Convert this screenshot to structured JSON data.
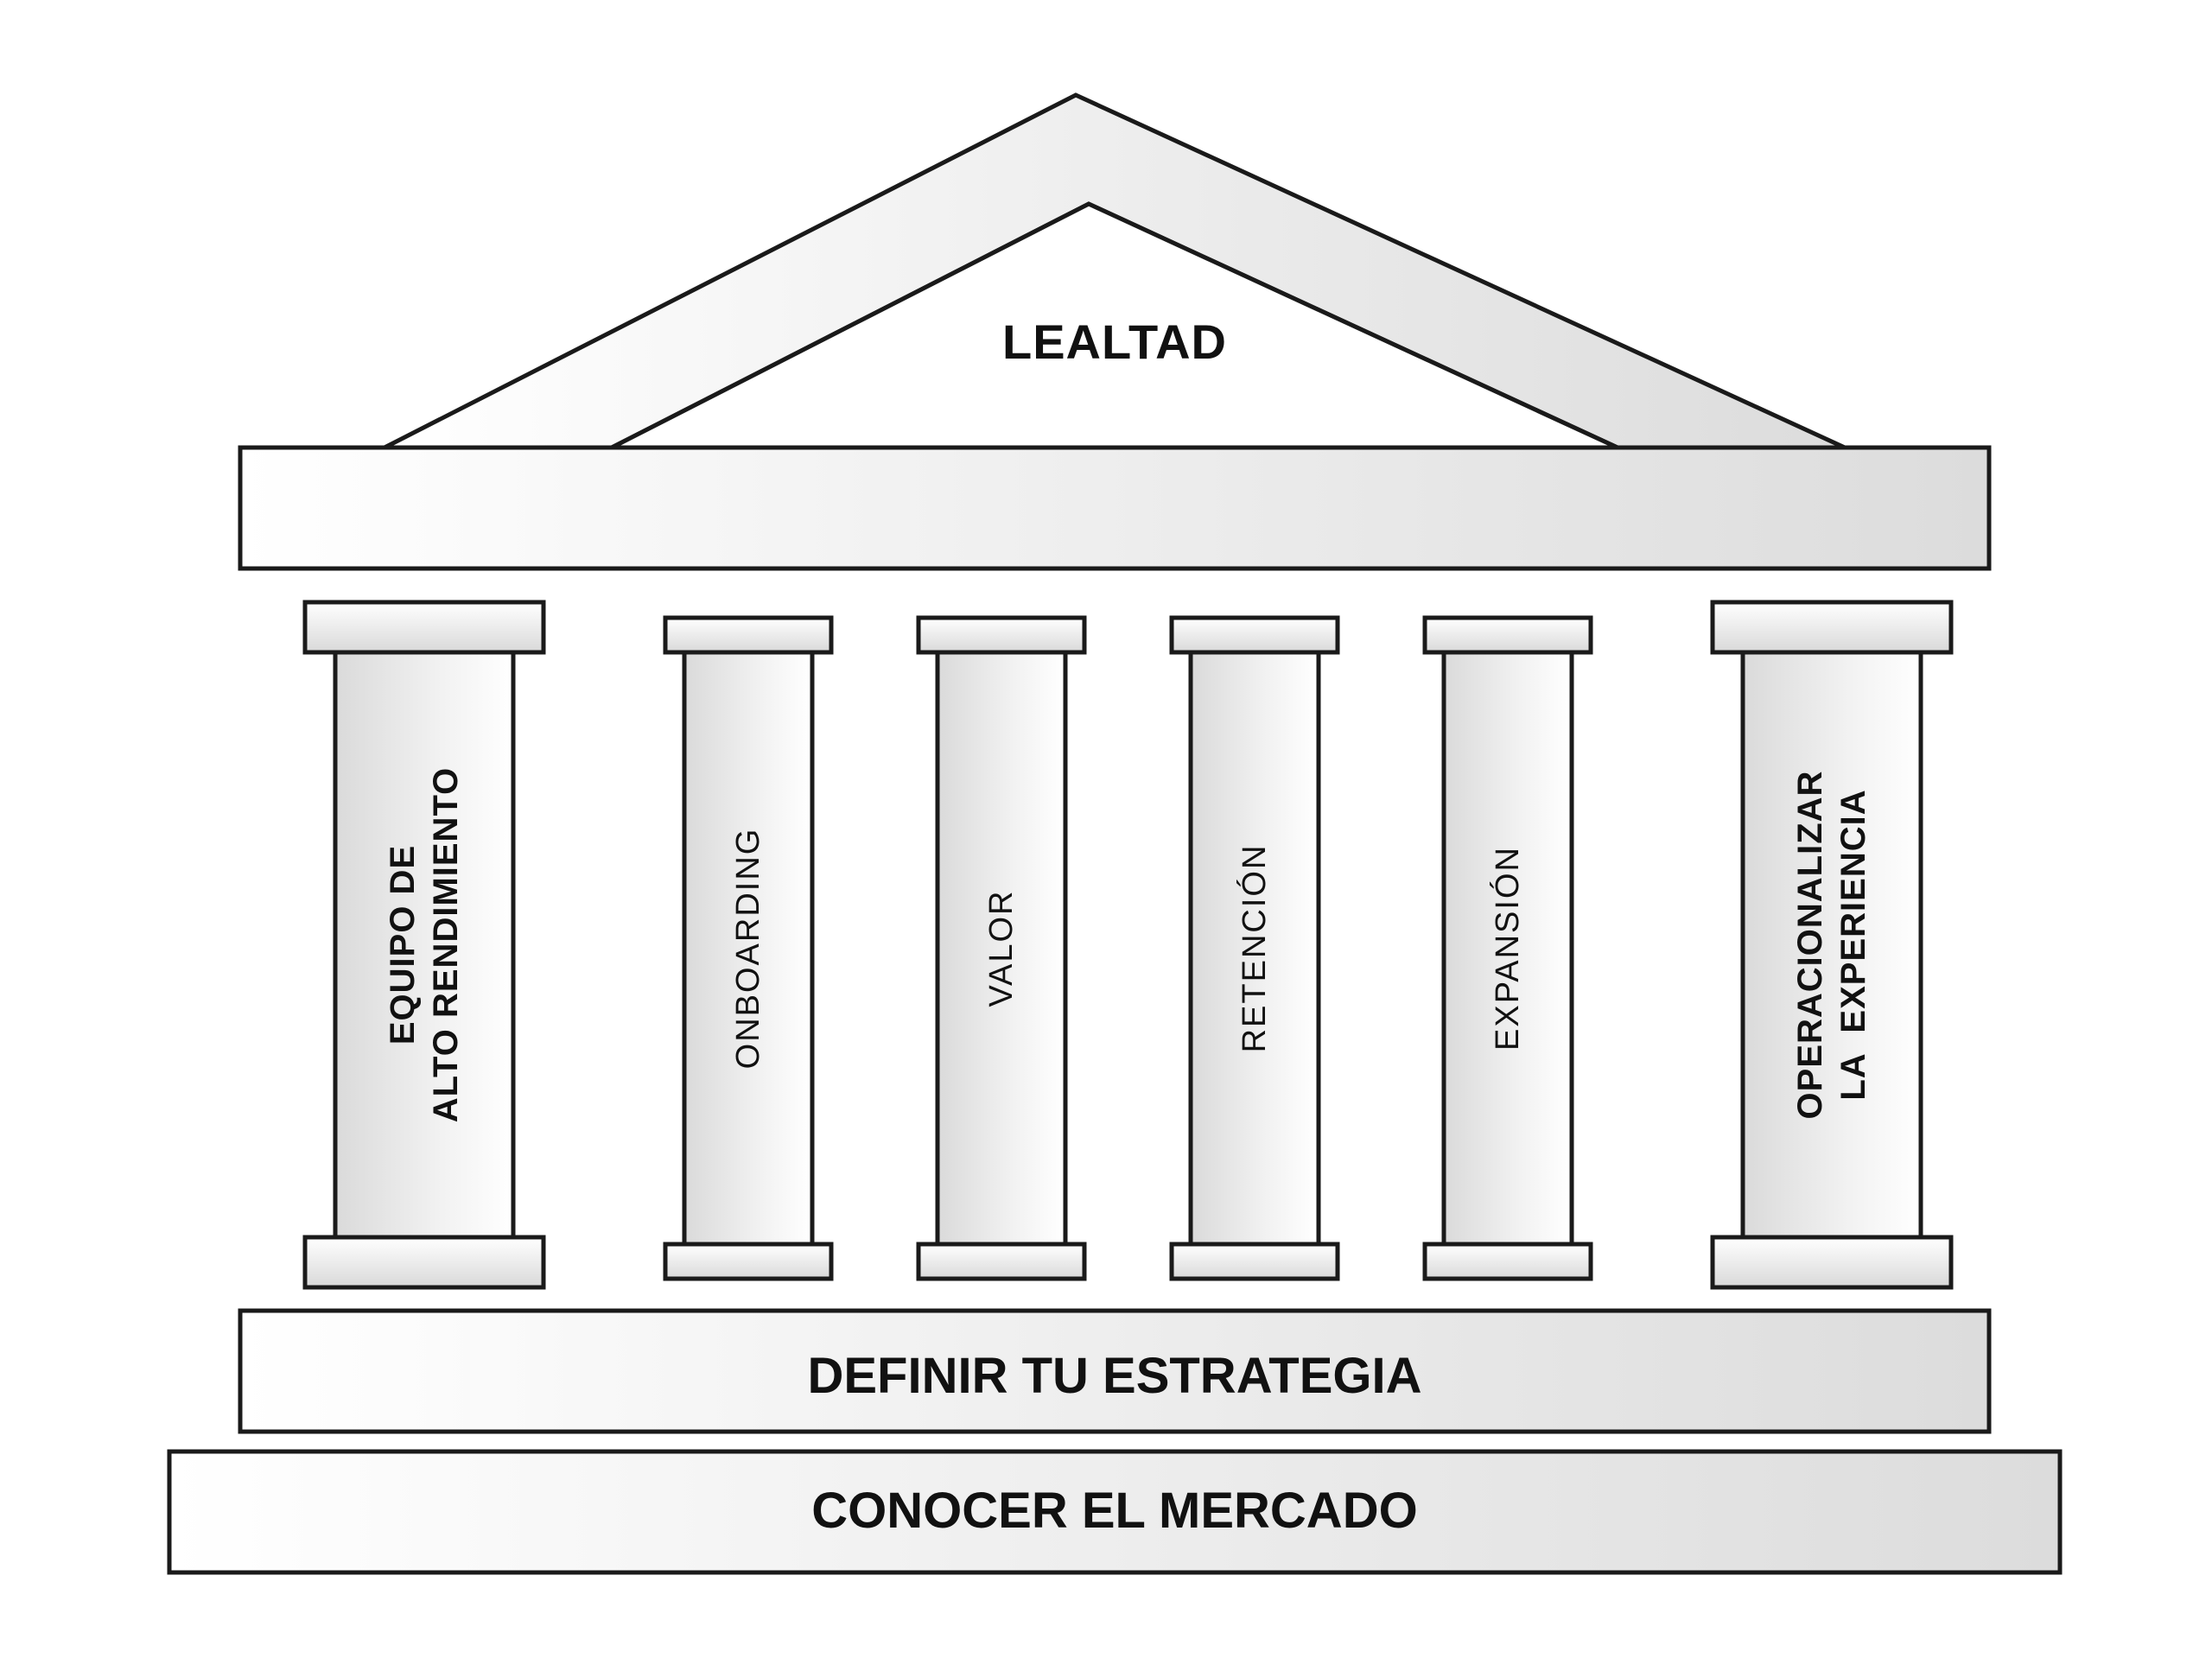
{
  "roof": {
    "label": "LEALTAD"
  },
  "pillars": [
    {
      "lines": [
        "EQUIPO DE",
        "ALTO RENDIMIENTO"
      ],
      "style": "bold",
      "width": "wide"
    },
    {
      "lines": [
        "ONBOARDING"
      ],
      "style": "light",
      "width": "narrow"
    },
    {
      "lines": [
        "VALOR"
      ],
      "style": "light",
      "width": "narrow"
    },
    {
      "lines": [
        "RETENCIÓN"
      ],
      "style": "light",
      "width": "narrow"
    },
    {
      "lines": [
        "EXPANSIÓN"
      ],
      "style": "light",
      "width": "narrow"
    },
    {
      "lines": [
        "OPERACIONALIZAR",
        "LA  EXPERIENCIA"
      ],
      "style": "bold",
      "width": "wide"
    }
  ],
  "base": {
    "upper_step": "DEFINIR TU ESTRATEGIA",
    "lower_step": "CONOCER EL MERCADO"
  },
  "colors": {
    "outline": "#1a1a1a",
    "fill_light": "#ffffff",
    "fill_dark": "#dcdcdc",
    "text": "#111111"
  }
}
